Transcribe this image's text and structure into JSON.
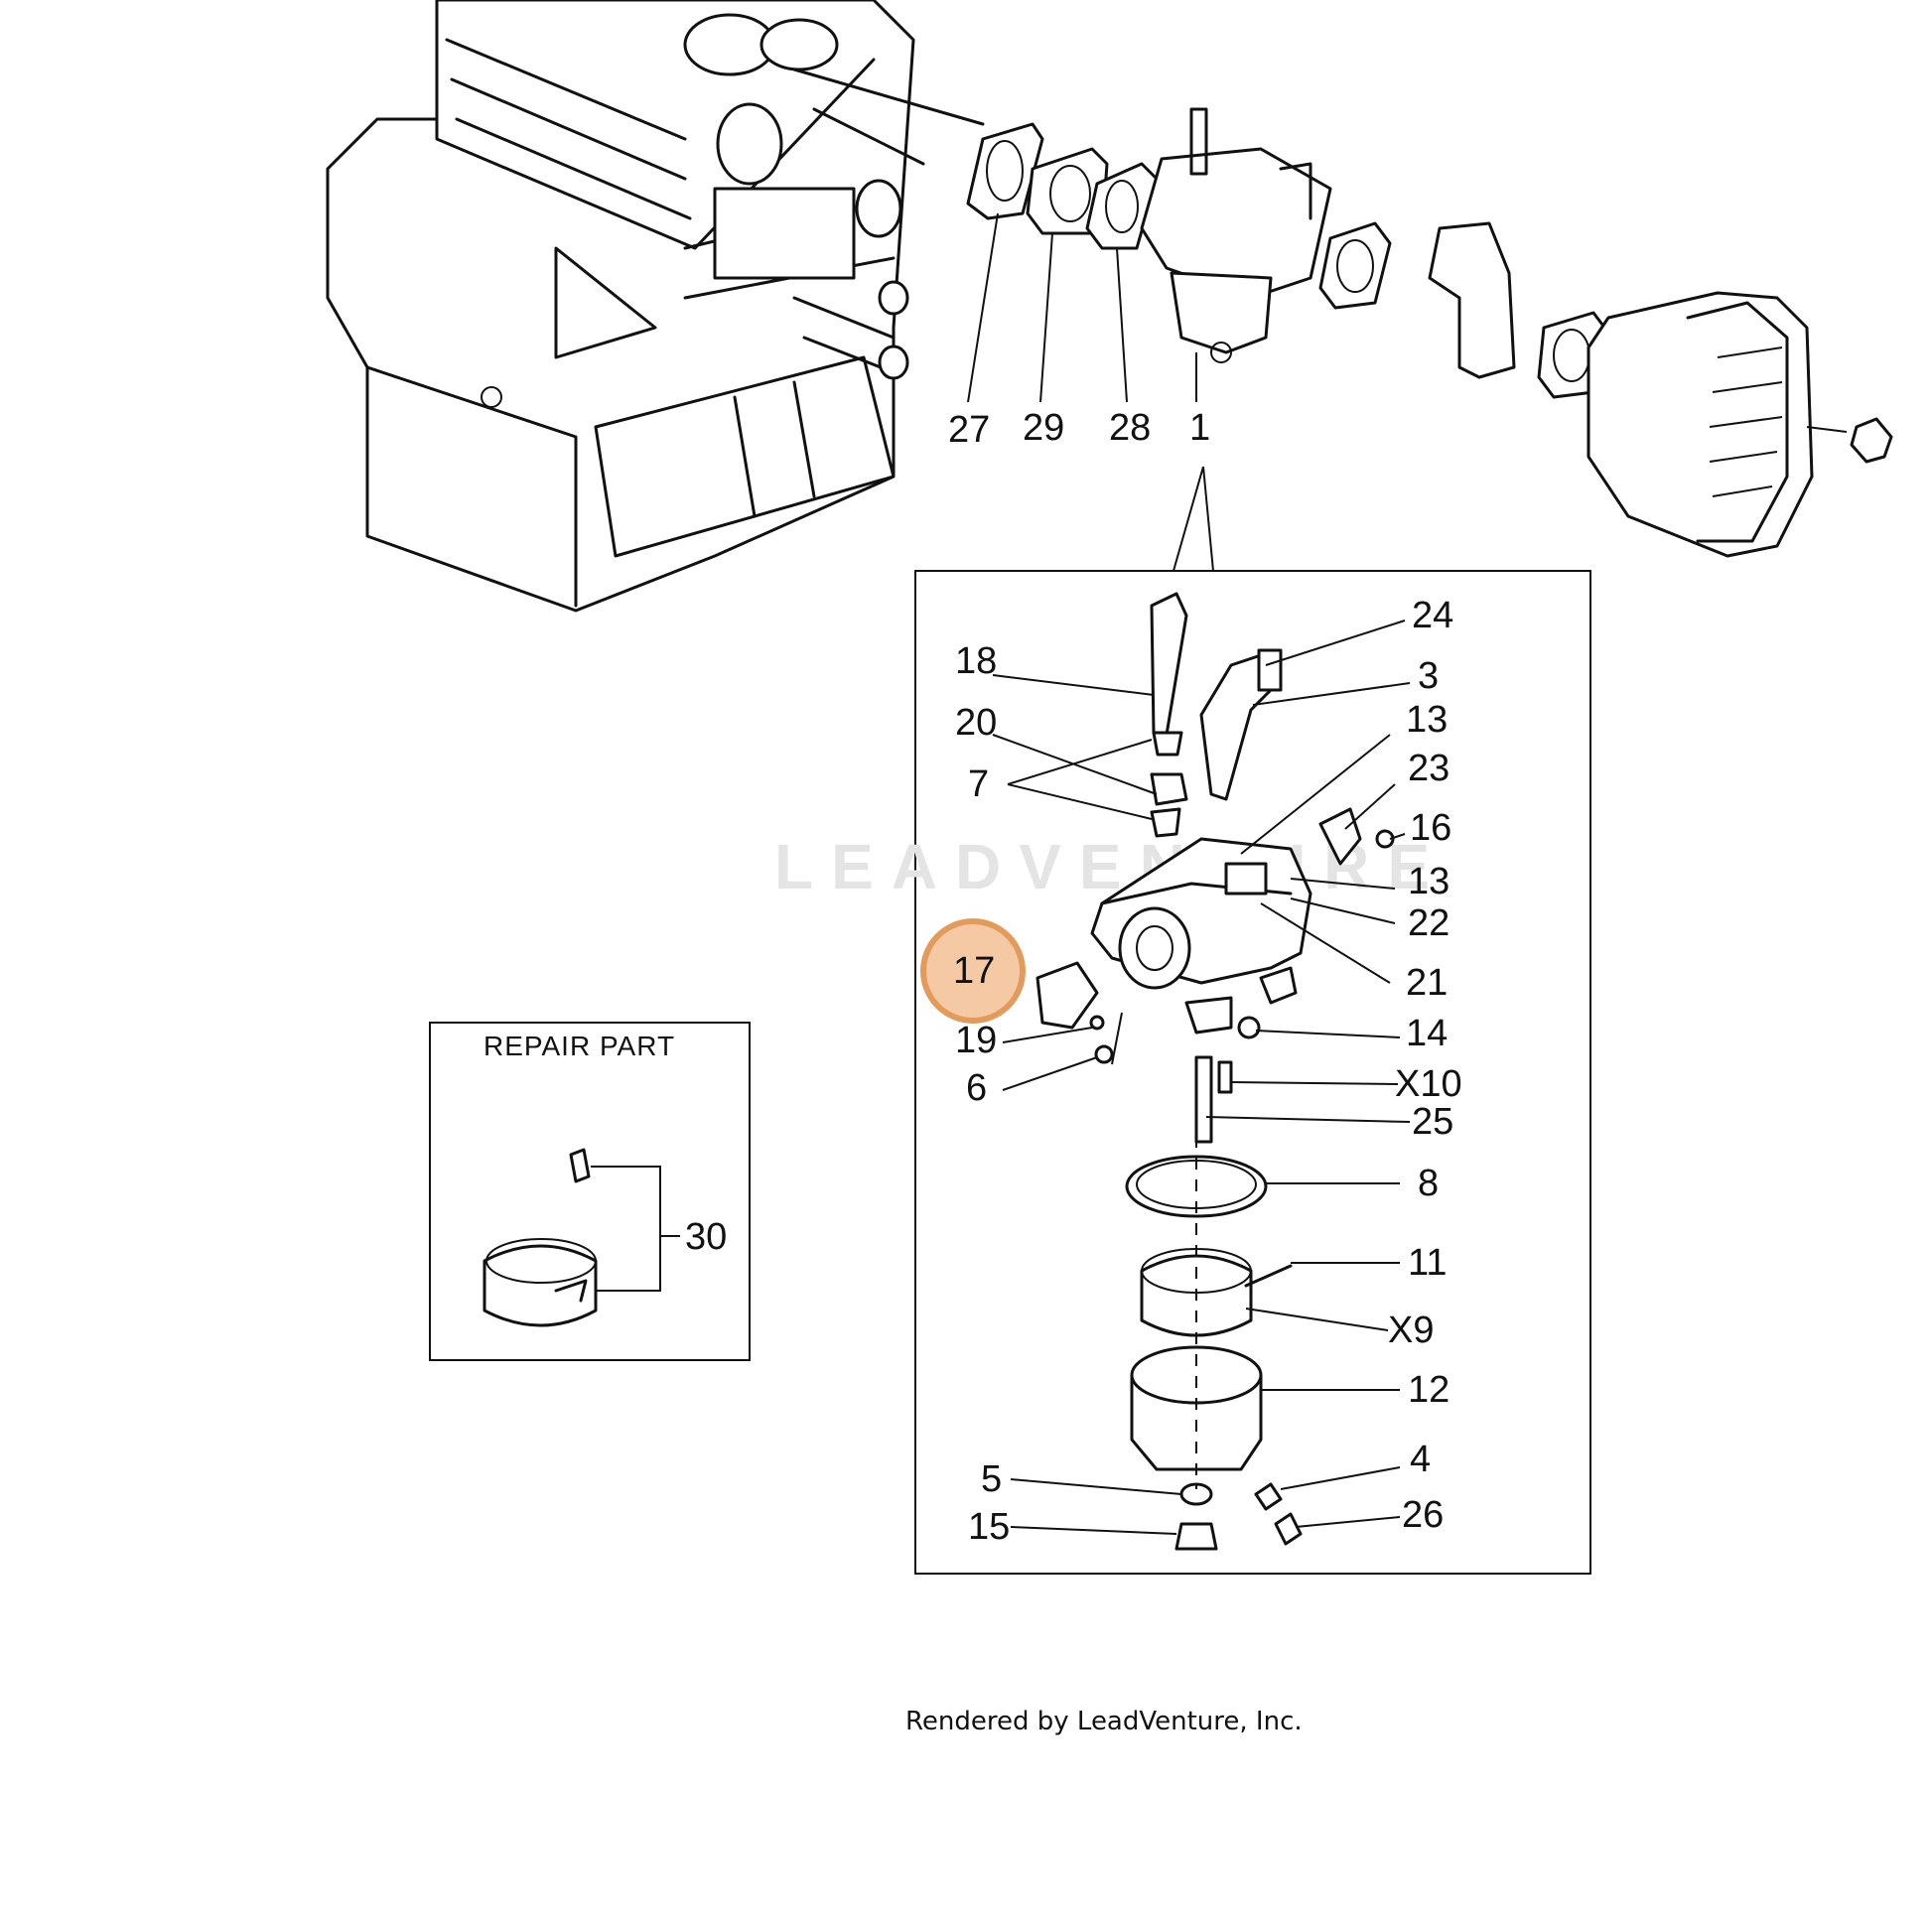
{
  "diagram": {
    "callouts_top": [
      "27",
      "29",
      "28",
      "1"
    ],
    "callouts_detail_right": [
      "24",
      "3",
      "13",
      "23",
      "16",
      "13",
      "22",
      "21",
      "14",
      "X10",
      "25",
      "8",
      "11",
      "X9",
      "12",
      "4",
      "26"
    ],
    "callouts_detail_left": [
      "18",
      "20",
      "7",
      "17",
      "19",
      "6",
      "5",
      "15"
    ],
    "highlighted_part": "17",
    "highlight_color": "#e39b5c",
    "repair_box": {
      "title": "REPAIR PART",
      "callout": "30"
    },
    "watermark": "LEADVENTURE",
    "footer": "Rendered by LeadVenture, Inc."
  }
}
